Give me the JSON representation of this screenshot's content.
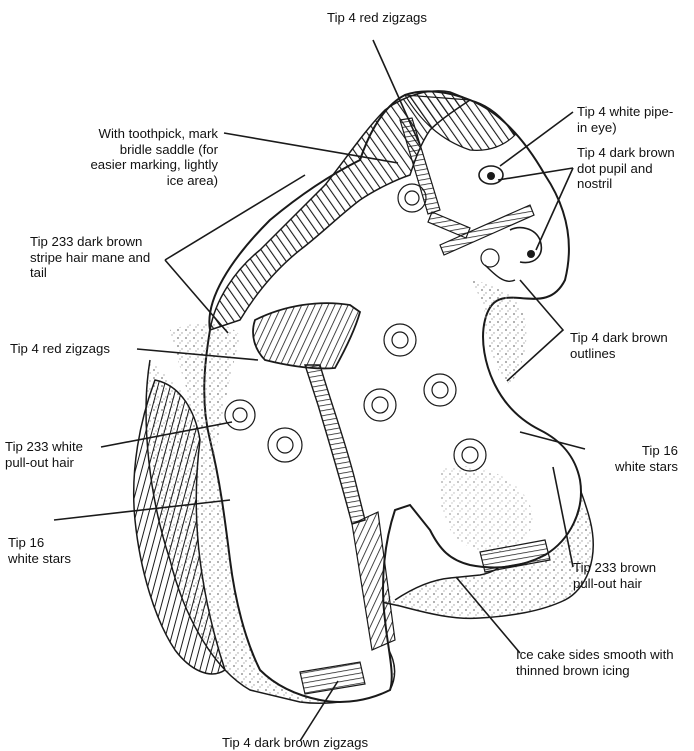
{
  "colors": {
    "ink": "#1a1a1a",
    "background": "#ffffff",
    "speckle": "#8a8a8a"
  },
  "labels": {
    "top_red_zigzags": "Tip 4 red zigzags",
    "toothpick": "With toothpick, mark\nbridle saddle (for\neasier marking, lightly\nice area)",
    "white_eye": "Tip 4 white pipe-\nin eye)",
    "brown_dot": "Tip 4 dark brown\ndot pupil and\nnostril",
    "mane_tail": "Tip 233 dark brown\nstripe hair mane and\ntail",
    "saddle_zigzags": "Tip 4 red zigzags",
    "outlines": "Tip 4 dark brown\noutlines",
    "white_pullout": "Tip 233 white\npull-out hair",
    "stars_right": "Tip 16\nwhite stars",
    "stars_left": "Tip 16\nwhite stars",
    "brown_pullout": "Tip 233 brown\npull-out hair",
    "sides": "Ice cake sides smooth with\nthinned brown icing",
    "bottom_zigzags": "Tip 4 dark brown zigzags"
  }
}
